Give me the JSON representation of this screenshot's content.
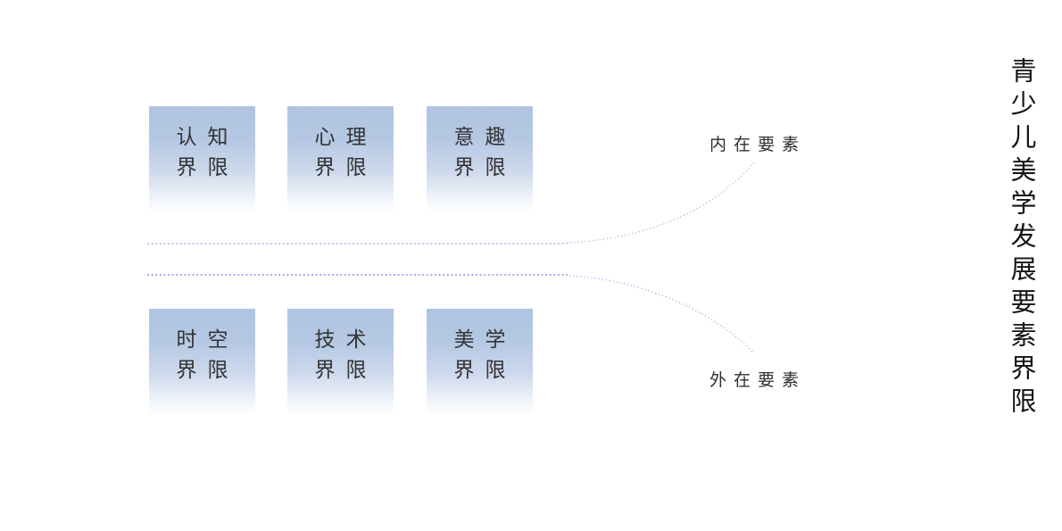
{
  "title": {
    "vertical": "青少儿美学发展要素界限"
  },
  "groups": {
    "internal_label": "内在要素",
    "external_label": "外在要素"
  },
  "boxes": {
    "top": [
      {
        "line1": "认知",
        "line2": "界限"
      },
      {
        "line1": "心理",
        "line2": "界限"
      },
      {
        "line1": "意趣",
        "line2": "界限"
      }
    ],
    "bottom": [
      {
        "line1": "时空",
        "line2": "界限"
      },
      {
        "line1": "技术",
        "line2": "界限"
      },
      {
        "line1": "美学",
        "line2": "界限"
      }
    ]
  },
  "colors": {
    "box_gradient_top": "#afc4e1",
    "box_gradient_bottom": "#fdfeff",
    "box_text": "#333333",
    "connector_upper": "#b2bee9",
    "connector_lower": "#93a1de",
    "connector_curve_upper": "#aab5e7",
    "connector_curve_lower": "#a0ade3",
    "label_text": "#2e2e2e",
    "title_text": "#141414"
  }
}
